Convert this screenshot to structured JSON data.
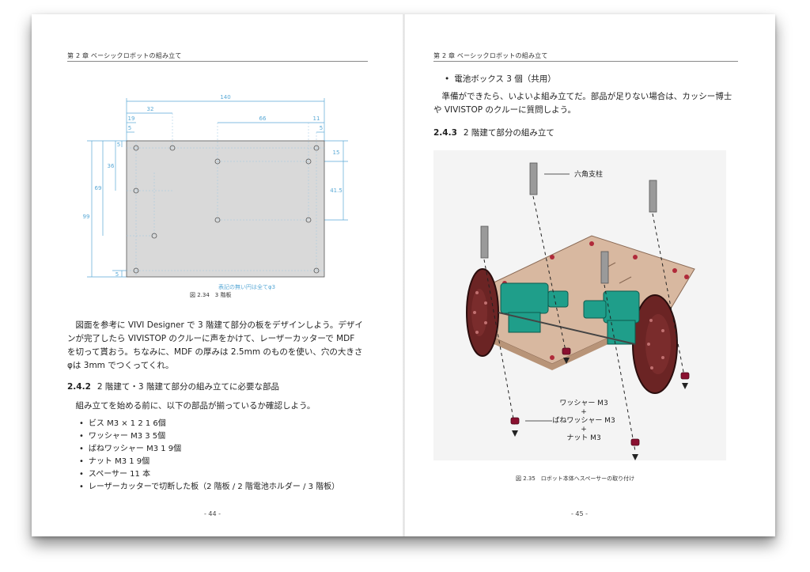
{
  "left_page": {
    "running_head": "第 2 章 ベーシックロボットの組み立て",
    "figure": {
      "dims": {
        "w140": "140",
        "w32": "32",
        "w19": "19",
        "w5a": "5",
        "w66": "66",
        "w11": "11",
        "w5b": "5",
        "h5a": "5",
        "h36": "36",
        "h69": "69",
        "h99": "99",
        "h5b": "5",
        "h15": "15",
        "h415": "41.5"
      },
      "note": "表記の無い円は全てφ3",
      "caption": "図 2.34　3 階板"
    },
    "paragraph_lines": [
      "　図面を参考に VIVI Designer で 3 階建て部分の板をデザインしよう。デザイ",
      "ンが完了したら VIVISTOP のクルーに声をかけて、レーザーカッターで MDF",
      "を切って貰おう。ちなみに、MDF の厚みは 2.5mm のものを使い、穴の大きさ",
      "φは 3mm でつくってくれ。"
    ],
    "section": {
      "number": "2.4.2",
      "title": "2 階建て・3 階建て部分の組み立てに必要な部品"
    },
    "intro": "　組み立てを始める前に、以下の部品が揃っているか確認しよう。",
    "parts": [
      "ビス M3 × 1 2 1 6個",
      "ワッシャー M3 3 5個",
      "ばねワッシャー M3 1 9個",
      "ナット M3 1 9個",
      "スペーサー 11 本",
      "レーザーカッターで切断した板（2 階板 / 2 階電池ホルダー / 3 階板）"
    ],
    "page_number": "- 44 -"
  },
  "right_page": {
    "running_head": "第 2 章 ベーシックロボットの組み立て",
    "bullet": "電池ボックス 3 個（共用）",
    "paragraph_lines": [
      "　準備ができたら、いよいよ組み立てだ。部品が足りない場合は、カッシー博士",
      "や VIVISTOP のクルーに質問しよう。"
    ],
    "section": {
      "number": "2.4.3",
      "title": "2 階建て部分の組み立て"
    },
    "figure": {
      "label_spacer": "六角支柱",
      "label_washer": "ワッシャー M3",
      "label_plus1": "+",
      "label_spring": "ばねワッシャー M3",
      "label_plus2": "+",
      "label_nut": "ナット M3",
      "caption": "図 2.35　ロボット本体へスペーサーの取り付け"
    },
    "page_number": "- 45 -"
  },
  "colors": {
    "dimension_line": "#5aa9d6",
    "plate_fill": "#d9d9d9",
    "mdf": "#d8b8a0",
    "wheel": "#6b2424",
    "motor": "#1f9e8a",
    "nut": "#8a1030"
  }
}
